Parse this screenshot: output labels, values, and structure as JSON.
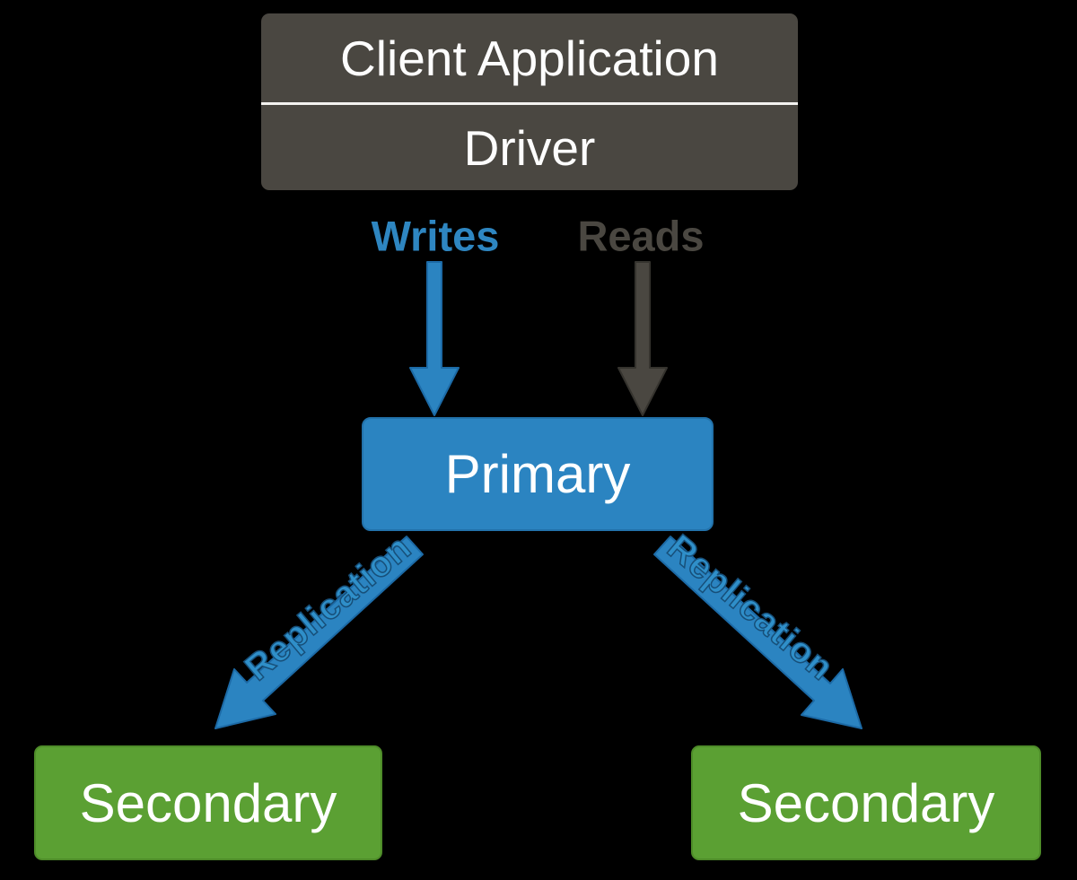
{
  "canvas": {
    "background": "#000000"
  },
  "nodes": {
    "client": {
      "title": "Client Application",
      "subtitle": "Driver",
      "fill": "#4a4741",
      "text_color": "#ffffff"
    },
    "primary": {
      "label": "Primary",
      "fill": "#2b84c1",
      "text_color": "#ffffff"
    },
    "secondary_left": {
      "label": "Secondary",
      "fill": "#5ba033",
      "text_color": "#ffffff"
    },
    "secondary_right": {
      "label": "Secondary",
      "fill": "#5ba033",
      "text_color": "#ffffff"
    }
  },
  "edges": {
    "writes": {
      "label": "Writes",
      "color": "#2e86c1",
      "from": "Driver",
      "to": "Primary"
    },
    "reads": {
      "label": "Reads",
      "color": "#4a4741",
      "from": "Driver",
      "to": "Primary"
    },
    "replication_left": {
      "label": "Replication",
      "color": "#2b84c1",
      "from": "Primary",
      "to": "Secondary"
    },
    "replication_right": {
      "label": "Replication",
      "color": "#2b84c1",
      "from": "Primary",
      "to": "Secondary"
    }
  }
}
